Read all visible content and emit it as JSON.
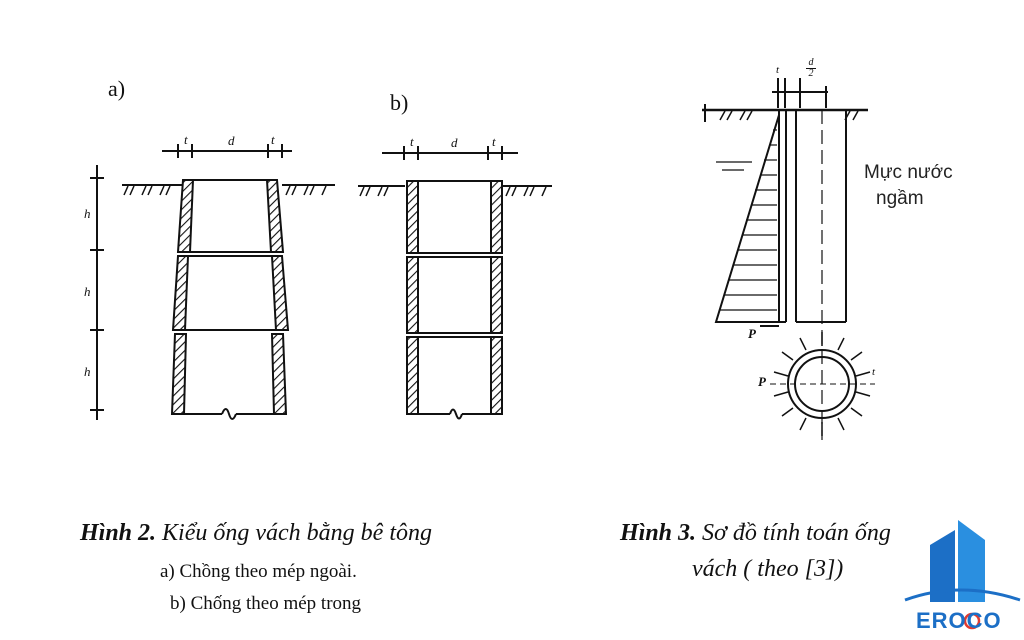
{
  "figure2": {
    "label_a": "a)",
    "label_b": "b)",
    "dim_t": "t",
    "dim_d": "d",
    "dim_h": "h",
    "caption_title": "Hình 2.",
    "caption_title_rest": "Kiểu ống vách bằng bê tông",
    "caption_line_a": "a) Chồng theo mép ngoài.",
    "caption_line_b": "b) Chống theo mép trong"
  },
  "figure3": {
    "dim_t": "t",
    "dim_d_num": "d",
    "dim_d_den": "2",
    "water_label_1": "Mực nước",
    "water_label_2": "ngầm",
    "pressure_label": "P",
    "pressure_label_ring": "P",
    "ring_t": "t",
    "caption_title": "Hình 3.",
    "caption_title_rest": "Sơ đồ tính toán ống",
    "caption_line_2": "vách ( theo [3])"
  },
  "logo": {
    "brand": "EROCO",
    "colors": {
      "primary": "#1c6fc6",
      "secondary": "#2a8fe0"
    }
  }
}
